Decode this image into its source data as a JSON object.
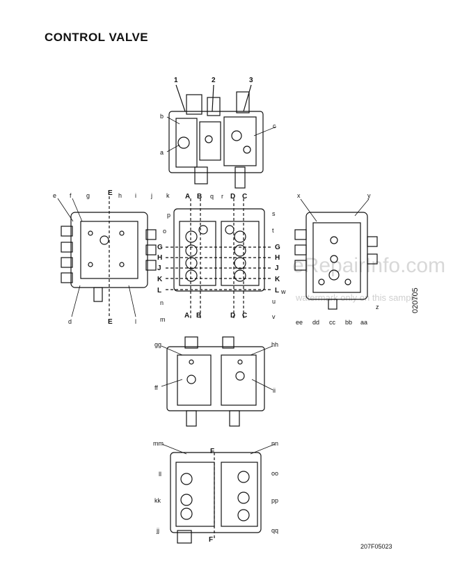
{
  "title": "CONTROL VALVE",
  "figure_code": "207F05023",
  "side_code": "020705",
  "watermark": "eRepairInfo.com",
  "watermark_sub": "watermark only on this sample",
  "views": {
    "top": {
      "labels": [
        "1",
        "2",
        "3",
        "a",
        "b",
        "c"
      ]
    },
    "left": {
      "labels": [
        "e",
        "f",
        "g",
        "h",
        "i",
        "j",
        "k",
        "d",
        "l",
        "E",
        "E"
      ]
    },
    "center": {
      "labels": [
        "A",
        "B",
        "q",
        "r",
        "D",
        "C",
        "p",
        "s",
        "o",
        "t",
        "G",
        "G",
        "H",
        "H",
        "J",
        "J",
        "K",
        "K",
        "L",
        "L",
        "n",
        "u",
        "m",
        "v",
        "w",
        "A",
        "B",
        "D",
        "C"
      ]
    },
    "right": {
      "labels": [
        "x",
        "y",
        "z",
        "ee",
        "dd",
        "cc",
        "bb",
        "aa"
      ]
    },
    "middle_lower": {
      "labels": [
        "gg",
        "hh",
        "ff",
        "ii"
      ]
    },
    "bottom": {
      "labels": [
        "mm",
        "nn",
        "F",
        "ll",
        "oo",
        "kk",
        "pp",
        "jj",
        "qq",
        "F"
      ]
    }
  },
  "colors": {
    "ink": "#111111",
    "paper": "#ffffff",
    "watermark": "#d8d8d8"
  }
}
